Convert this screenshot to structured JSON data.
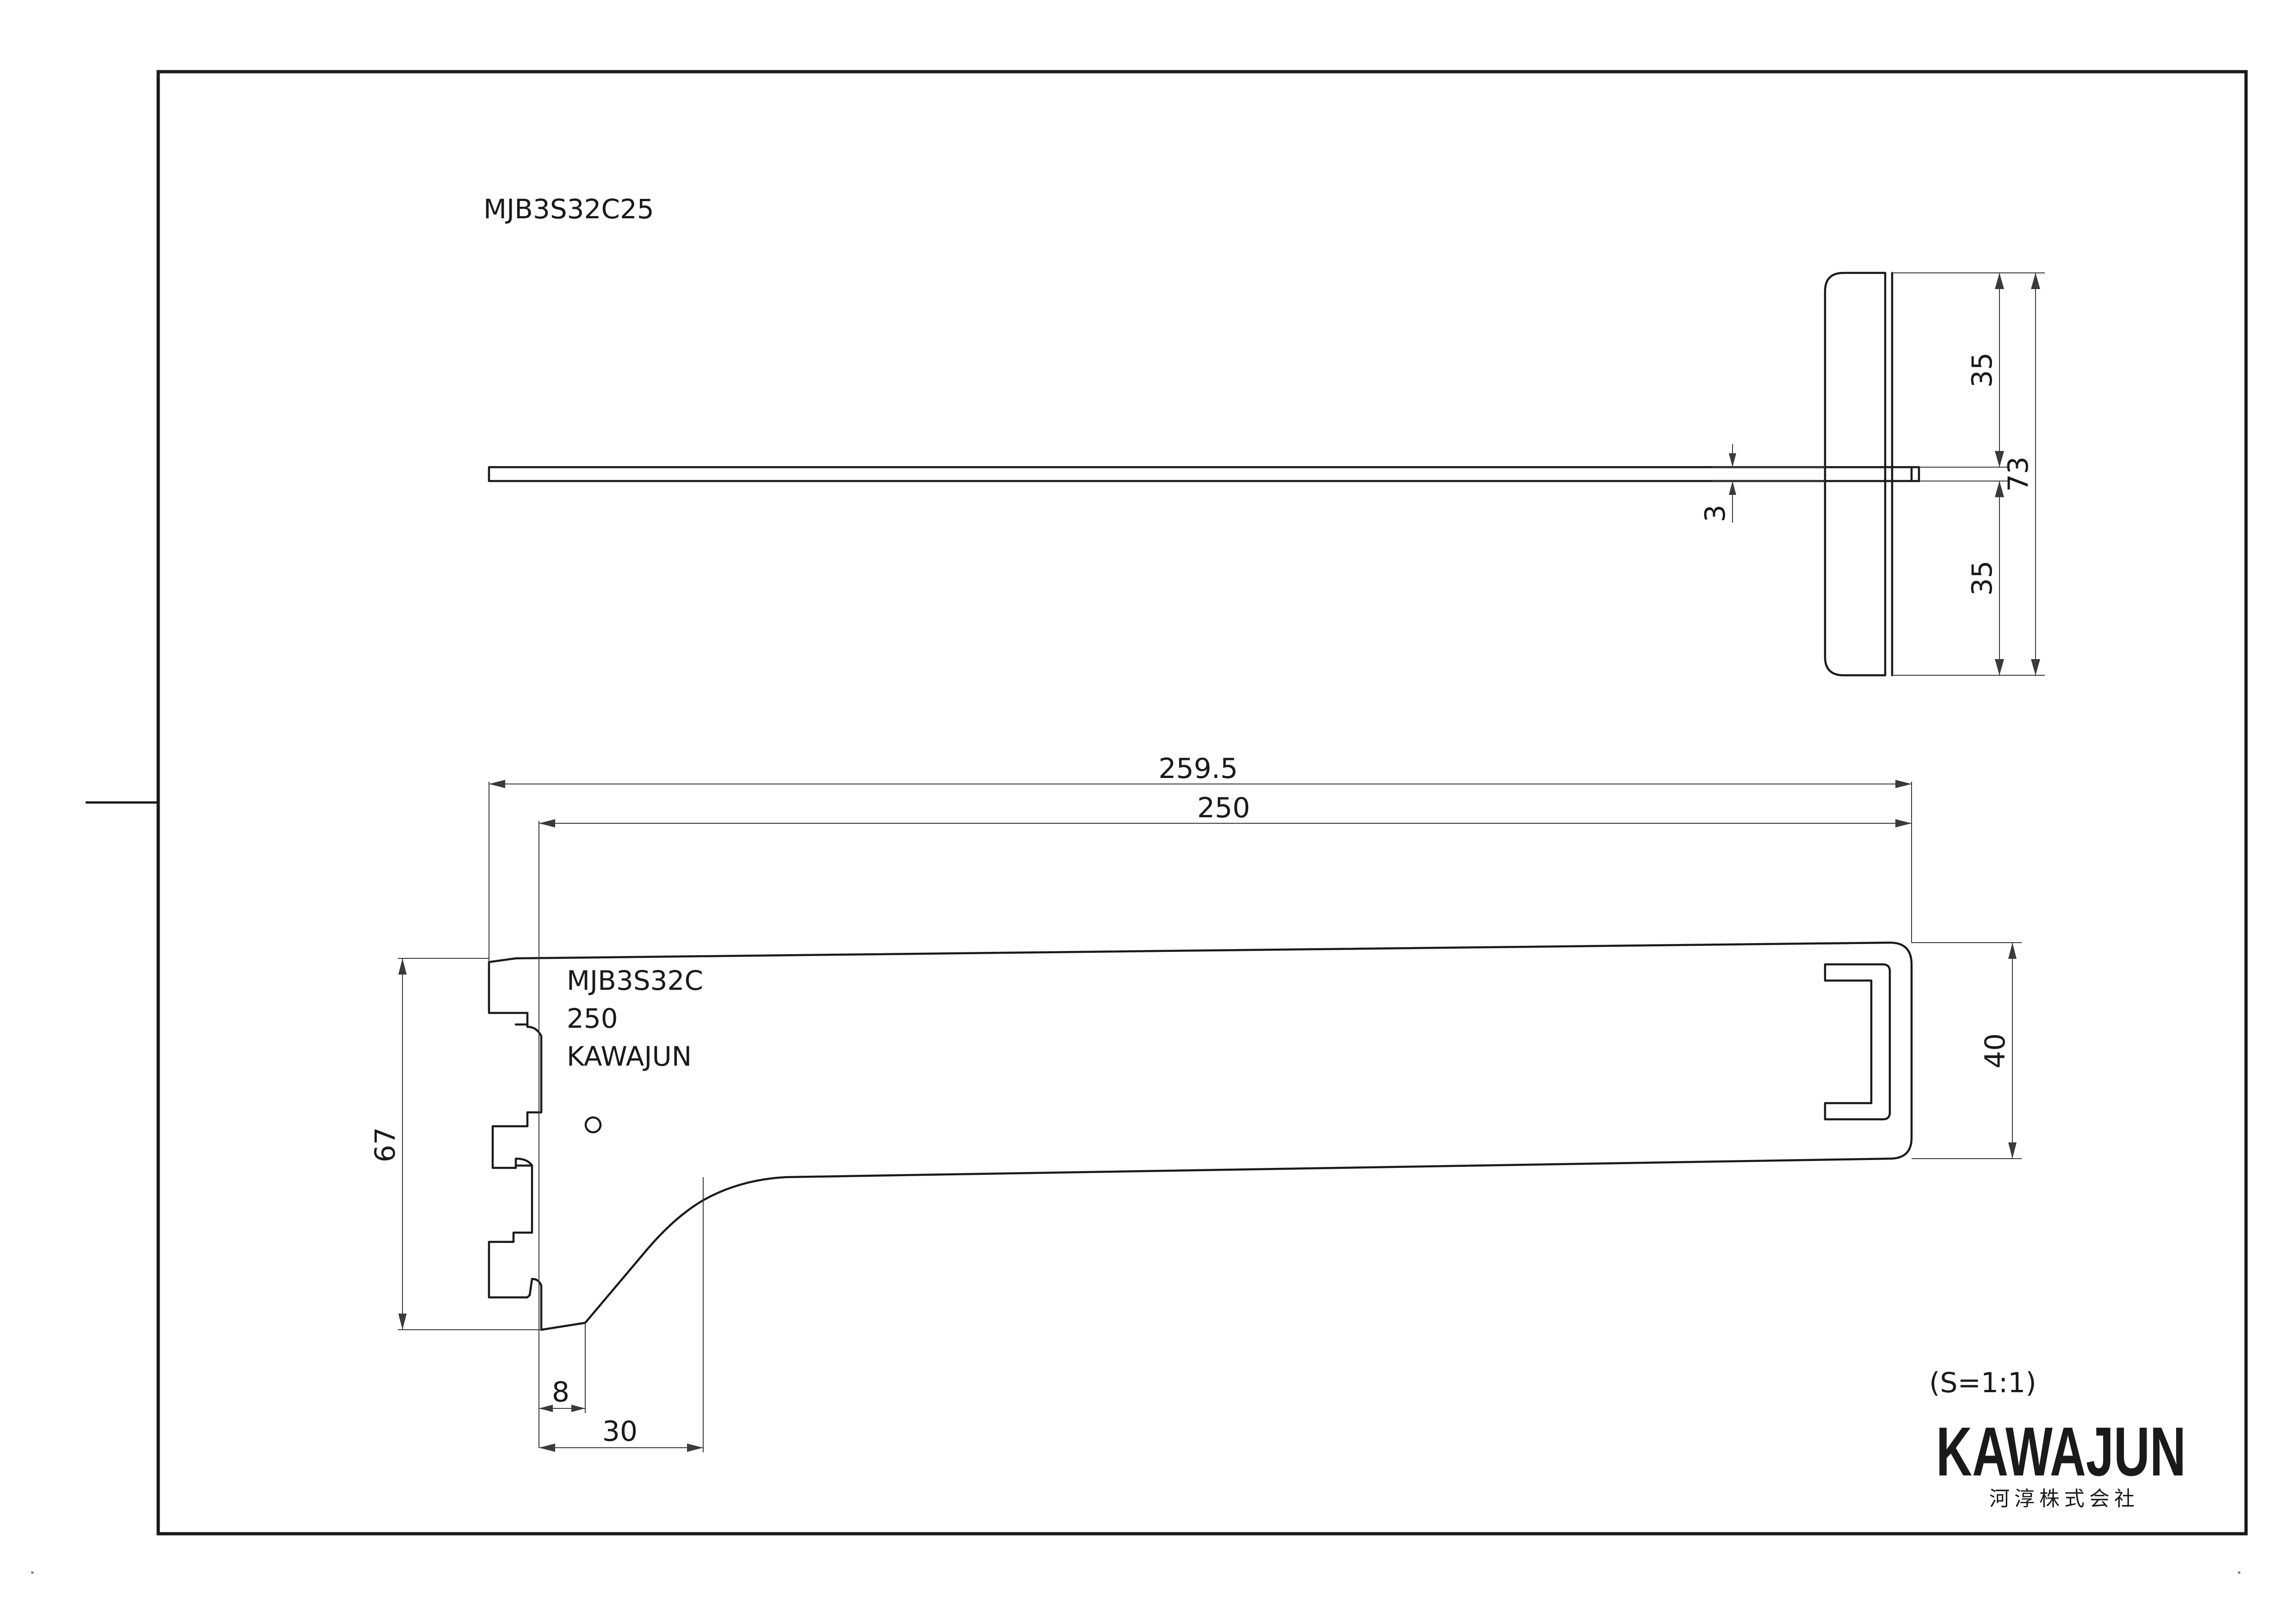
{
  "drawing": {
    "model_code": "MJB3S32C25",
    "scale": "(S=1:1)"
  },
  "engraving": {
    "line1": "MJB3S32C",
    "line2": "250",
    "line3": "KAWAJUN"
  },
  "dimensions": {
    "top_view": {
      "upper_height": "35",
      "total_height": "73",
      "lower_height": "35",
      "thickness": "3"
    },
    "side_view": {
      "overall_length": "259.5",
      "arm_length": "250",
      "tip_height": "40",
      "back_height": "67",
      "bottom_offset": "8",
      "curve_offset": "30"
    }
  },
  "logo": {
    "wordmark": "KAWAJUN",
    "company_jp": "河淳株式会社"
  }
}
